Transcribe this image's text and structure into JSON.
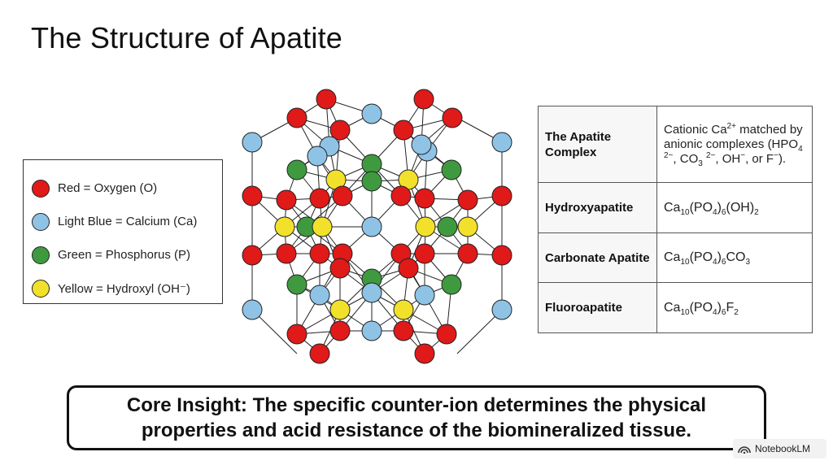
{
  "title": "The Structure of Apatite",
  "legend": [
    {
      "label": "Red = Oxygen (O)",
      "color": "#e01919",
      "icon": "oxygen-dot"
    },
    {
      "label": "Light Blue = Calcium (Ca)",
      "color": "#8fc3e6",
      "icon": "calcium-dot"
    },
    {
      "label": "Green = Phosphorus (P)",
      "color": "#3f9a3f",
      "icon": "phosphorus-dot"
    },
    {
      "label": "Yellow = Hydroxyl (OH⁻)",
      "color": "#f2e12b",
      "icon": "hydroxyl-dot"
    }
  ],
  "table": {
    "rows": [
      {
        "head": "The Apatite Complex",
        "value": "Cationic Ca²⁺ matched by anionic complexes (HPO₄ ²⁻, CO₃ ²⁻, OH⁻, or F⁻)."
      },
      {
        "head": "Hydroxyapatite",
        "value": "Ca₁₀(PO₄)₆(OH)₂"
      },
      {
        "head": "Carbonate Apatite",
        "value": "Ca₁₀(PO₄)₆CO₃"
      },
      {
        "head": "Fluoroapatite",
        "value": "Ca₁₀(PO₄)₆F₂"
      }
    ]
  },
  "insight": "Core Insight: The specific counter-ion determines the physical properties and acid resistance of the biomineralized tissue.",
  "badge": "NotebookLM",
  "colors": {
    "oxygen": "#e01919",
    "calcium": "#8fc3e6",
    "phosphorus": "#3f9a3f",
    "hydroxyl": "#f2e12b"
  }
}
